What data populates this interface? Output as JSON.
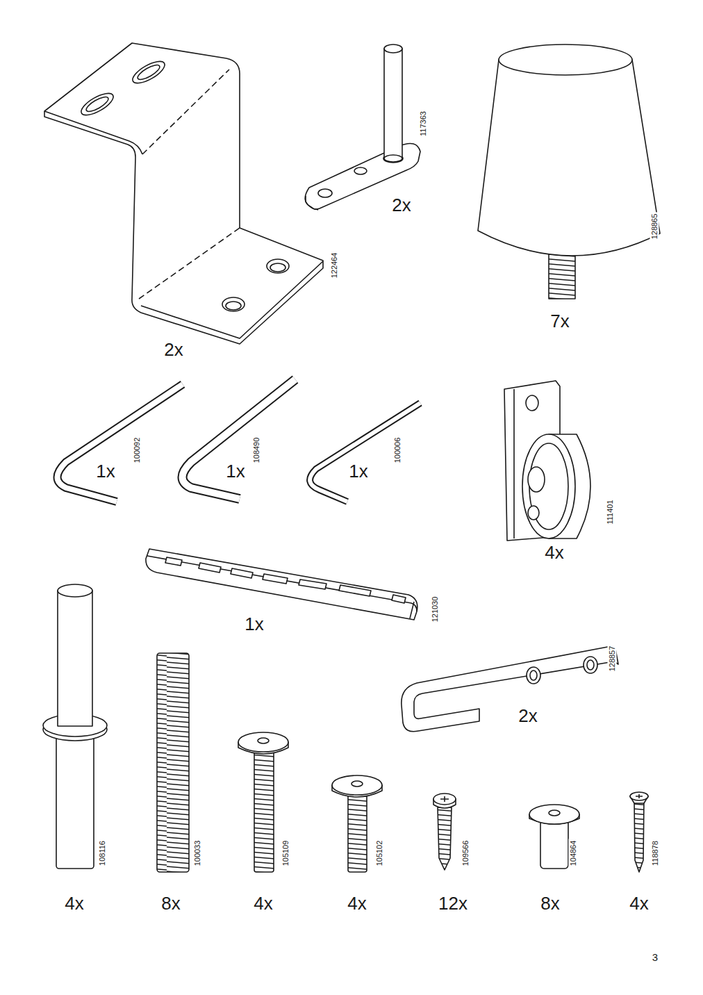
{
  "diagram": {
    "labels": [
      "2x",
      "122464",
      "117363",
      "2x",
      "128865",
      "7x",
      "1x",
      "100092",
      "1x",
      "108490",
      "1x",
      "100006",
      "111401",
      "4x",
      "1x",
      "121030",
      "128857",
      "2x",
      "4x",
      "108116",
      "8x",
      "100033",
      "4x",
      "105109",
      "4x",
      "105102",
      "12x",
      "109566",
      "8x",
      "104864",
      "4x",
      "118878",
      "3"
    ]
  }
}
